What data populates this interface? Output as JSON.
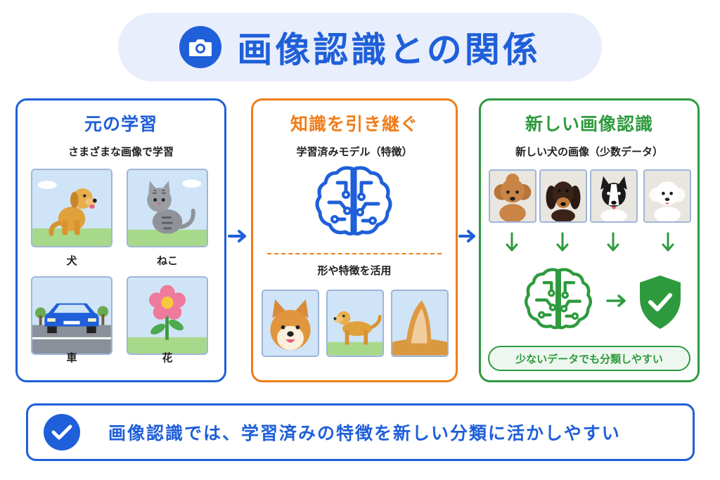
{
  "title": "画像認識との関係",
  "icons": {
    "title": "camera-icon",
    "bottom": "check-icon",
    "result": "shield-check-icon"
  },
  "colors": {
    "blue": "#1f5fd9",
    "orange": "#ef7d1a",
    "green": "#2e9a3e"
  },
  "panels": {
    "original": {
      "title": "元の学習",
      "subtitle": "さまざまな画像で学習",
      "images": [
        {
          "label": "犬",
          "icon": "dog-icon"
        },
        {
          "label": "ねこ",
          "icon": "cat-icon"
        },
        {
          "label": "車",
          "icon": "car-icon"
        },
        {
          "label": "花",
          "icon": "flower-icon"
        }
      ]
    },
    "transfer": {
      "title": "知識を引き継ぐ",
      "subtitle": "学習済みモデル（特徴）",
      "subtitle2": "形や特徴を活用",
      "images": [
        "shiba-face-icon",
        "dog-body-icon",
        "dog-ear-icon"
      ]
    },
    "new": {
      "title": "新しい画像認識",
      "subtitle": "新しい犬の画像（少数データ）",
      "images": [
        "poodle-icon",
        "dachshund-icon",
        "border-collie-icon",
        "maltese-icon"
      ],
      "result": "少ないデータでも分類しやすい"
    }
  },
  "bottom": {
    "text": "画像認識では、学習済みの特徴を新しい分類に活かしやすい"
  }
}
